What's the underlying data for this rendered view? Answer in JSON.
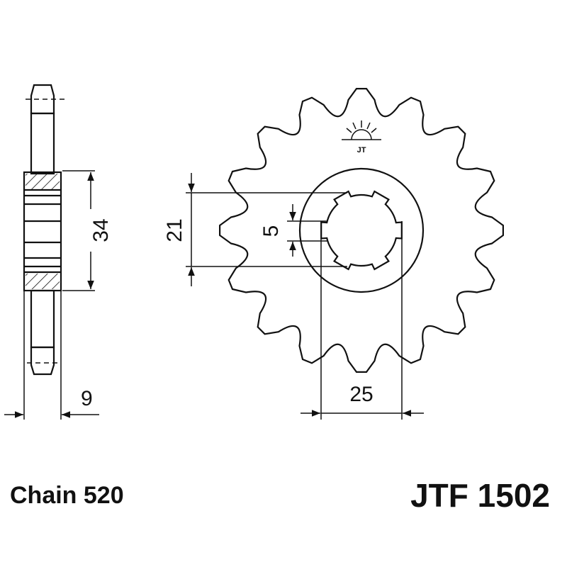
{
  "dimensions": {
    "bore_spline_width": "21",
    "spline_depth": "5",
    "hub_diameter": "34",
    "thickness": "9",
    "bolt_span": "25"
  },
  "chain_label": "Chain 520",
  "part_number": "JTF 1502",
  "logo_text": "JT",
  "colors": {
    "ink": "#111111",
    "background": "#ffffff"
  }
}
